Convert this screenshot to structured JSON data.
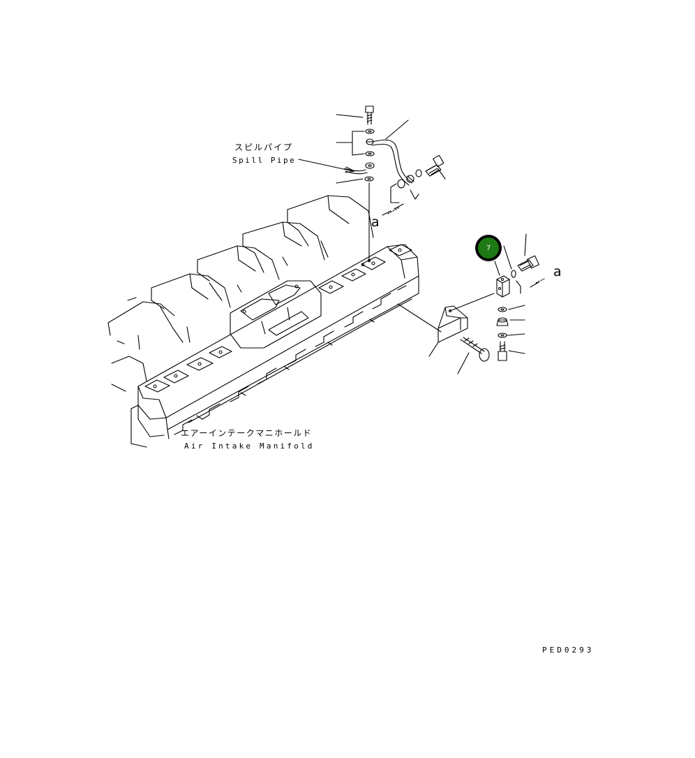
{
  "labels": {
    "spill_pipe_jp": "スピルパイプ",
    "spill_pipe_en": "Spill Pipe",
    "air_intake_jp": "エアーインテークマニホールド",
    "air_intake_en": "Air Intake Manifold",
    "ref_a_left": "a",
    "ref_a_right": "a",
    "drawing_code": "PED0293"
  },
  "callout_badge": {
    "text": "7",
    "fill_color": "#1e7a14",
    "ring_color": "#000000"
  }
}
